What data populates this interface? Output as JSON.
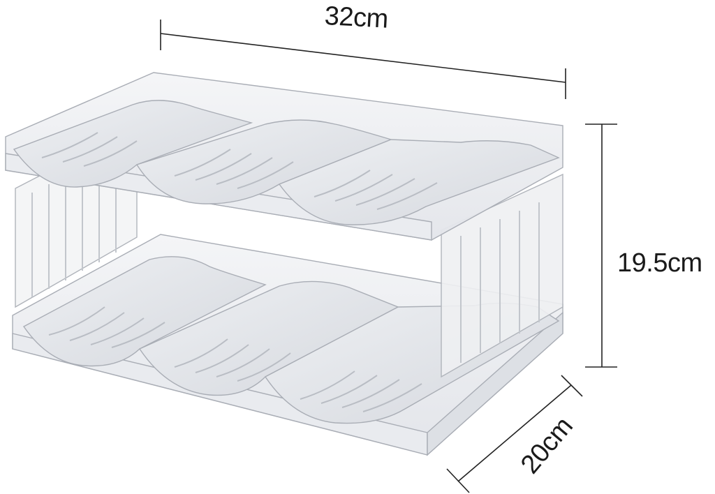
{
  "image": {
    "subject": "two-tier clear plastic bottle rack",
    "background_color": "#ffffff",
    "product_color": "#d9dbe0"
  },
  "dimensions": {
    "width_label": "32cm",
    "height_label": "19.5cm",
    "depth_label": "20cm"
  }
}
